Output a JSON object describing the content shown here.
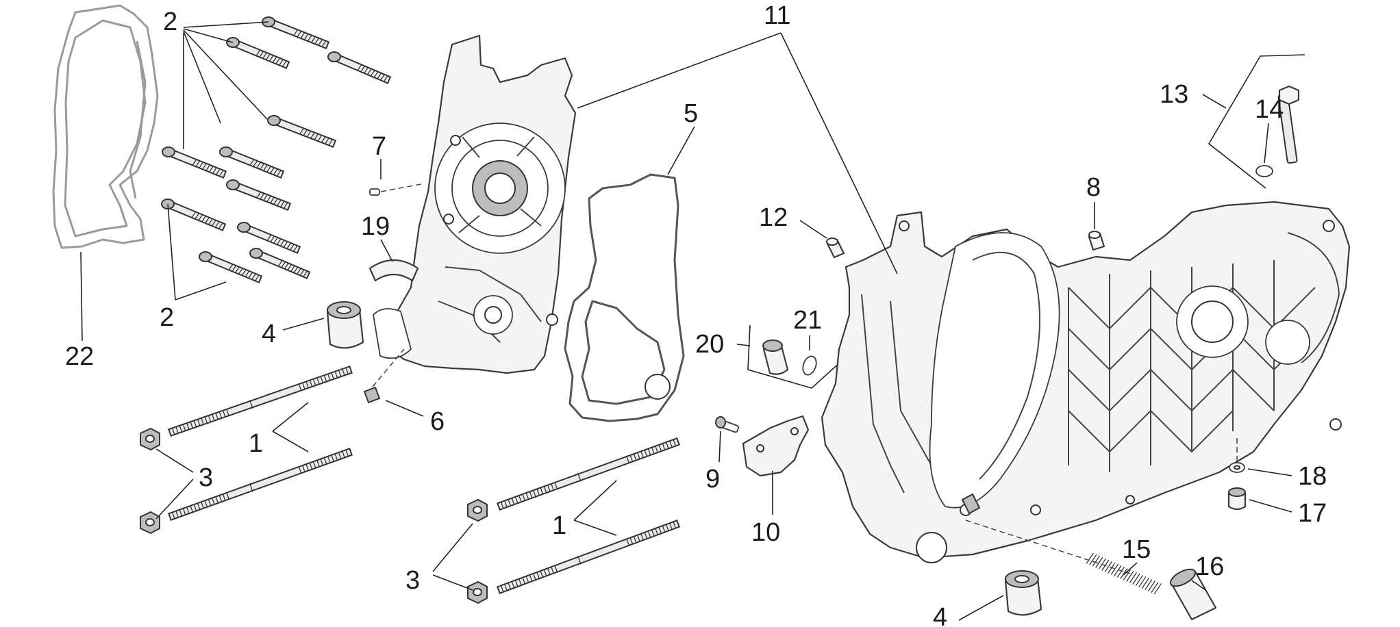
{
  "callouts": {
    "c1a": "1",
    "c1b": "1",
    "c2a": "2",
    "c2b": "2",
    "c3a": "3",
    "c3b": "3",
    "c4a": "4",
    "c4b": "4",
    "c5": "5",
    "c6": "6",
    "c7": "7",
    "c8": "8",
    "c9": "9",
    "c10": "10",
    "c11": "11",
    "c12": "12",
    "c13": "13",
    "c14": "14",
    "c15": "15",
    "c16": "16",
    "c17": "17",
    "c18": "18",
    "c19": "19",
    "c20": "20",
    "c21": "21",
    "c22": "22"
  },
  "colors": {
    "line": "#3a3a3a",
    "fill": "#f4f4f4",
    "background": "#ffffff"
  }
}
